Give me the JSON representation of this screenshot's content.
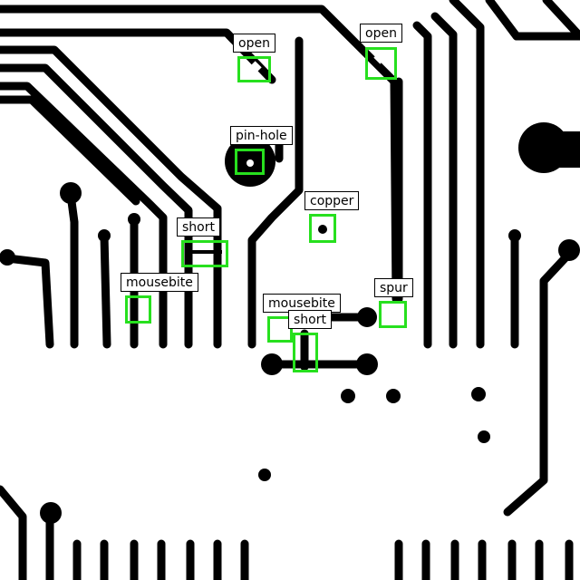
{
  "image": {
    "background_color": "#ffffff",
    "copper_color": "#000000",
    "box_color": "#27e01e"
  },
  "defects": [
    {
      "id": "open-1",
      "label": "open"
    },
    {
      "id": "open-2",
      "label": "open"
    },
    {
      "id": "pin-hole",
      "label": "pin-hole"
    },
    {
      "id": "copper",
      "label": "copper"
    },
    {
      "id": "short-1",
      "label": "short"
    },
    {
      "id": "mousebite-1",
      "label": "mousebite"
    },
    {
      "id": "spur",
      "label": "spur"
    },
    {
      "id": "mousebite-2",
      "label": "mousebite"
    },
    {
      "id": "short-2",
      "label": "short"
    }
  ]
}
